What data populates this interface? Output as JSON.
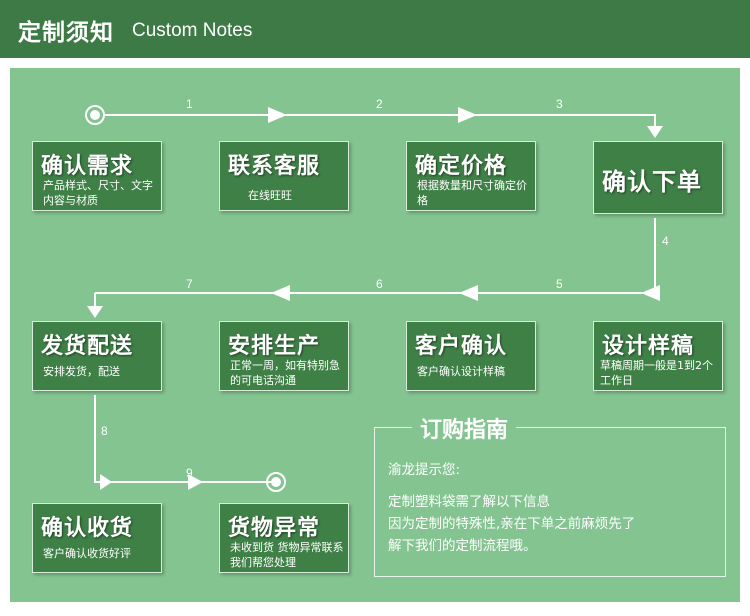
{
  "header": {
    "title_cn": "定制须知",
    "title_en": "Custom Notes"
  },
  "steps": [
    {
      "title": "确认需求",
      "desc": "产品样式、尺寸、文字内容与材质"
    },
    {
      "title": "联系客服",
      "desc": "在线旺旺"
    },
    {
      "title": "确定价格",
      "desc": "根据数量和尺寸确定价格"
    },
    {
      "title": "确认下单",
      "desc": ""
    },
    {
      "title": "设计样稿",
      "desc": "草稿周期一般是1到2个工作日"
    },
    {
      "title": "客户确认",
      "desc": "客户确认设计样稿"
    },
    {
      "title": "安排生产",
      "desc": "正常一周，如有特别急的可电话沟通"
    },
    {
      "title": "发货配送",
      "desc": "安排发货，配送"
    },
    {
      "title": "确认收货",
      "desc": "客户确认收货好评"
    },
    {
      "title": "货物异常",
      "desc": "未收到货 货物异常联系我们帮您处理"
    }
  ],
  "arrow_labels": [
    "1",
    "2",
    "3",
    "4",
    "5",
    "6",
    "7",
    "8",
    "9"
  ],
  "guide": {
    "title": "订购指南",
    "lines": [
      "渝龙提示您:",
      "定制塑料袋需了解以下信息",
      "因为定制的特殊性,亲在下单之前麻烦先了",
      "解下我们的定制流程哦。"
    ]
  }
}
